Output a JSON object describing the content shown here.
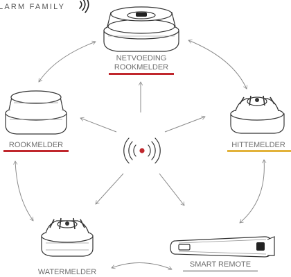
{
  "header": {
    "title": "LARM FAMILY"
  },
  "devices": {
    "netvoeding": {
      "line1": "NETVOEDING",
      "line2": "ROOKMELDER"
    },
    "rookmelder": {
      "label": "ROOKMELDER"
    },
    "hittemelder": {
      "label": "HITTEMELDER"
    },
    "watermelder": {
      "label": "WATERMELDER"
    },
    "smart_remote": {
      "label": "SMART REMOTE"
    }
  },
  "colors": {
    "red": "#c0272d",
    "yellow": "#e2b23a",
    "gray_underline": "#c8c8c8",
    "line": "#8a8a8a",
    "device_stroke": "#333333",
    "hub_dot": "#c0272d"
  },
  "icons": {
    "hub": "wireless-signal-icon",
    "title": "signal-waves-icon"
  }
}
